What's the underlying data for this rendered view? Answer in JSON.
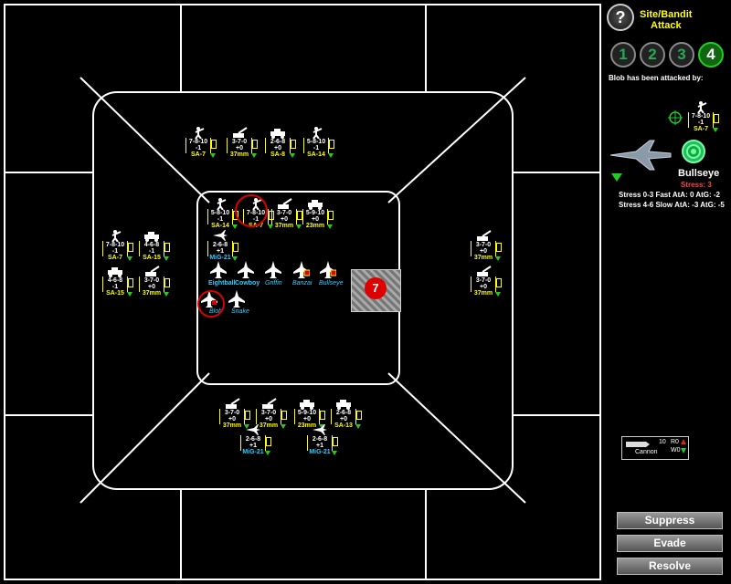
{
  "header": {
    "title_line1": "Site/Bandit",
    "title_line2": "Attack",
    "help_glyph": "?"
  },
  "phase_buttons": [
    "1",
    "2",
    "3",
    "4"
  ],
  "active_phase": "4",
  "attack_msg": "Blob has been attacked by:",
  "attacker": {
    "rating": "7-8-10",
    "mod": "-1",
    "name": "SA-7"
  },
  "target": {
    "name": "Bullseye",
    "stress": "Stress: 3",
    "stress_line1": "Stress 0-3 Fast AtA: 0 AtG: -2",
    "stress_line2": "Stress 4-6 Slow AtA: -3 AtG: -5"
  },
  "weapon": {
    "name": "Cannon",
    "count": "10",
    "r": "R0",
    "w": "W0"
  },
  "actions": {
    "suppress": "Suppress",
    "evade": "Evade",
    "resolve": "Resolve"
  },
  "city_hex_value": "7",
  "pilots": [
    "Eightball",
    "Cowboy",
    "Griffin",
    "Banzai",
    "Bullseye",
    "Blob",
    "Snake"
  ],
  "units": {
    "north_outer": [
      {
        "r": "7-8-10",
        "m": "-1",
        "n": "SA-7"
      },
      {
        "r": "3-7-0",
        "m": "+0",
        "n": "37mm"
      },
      {
        "r": "2-6-8",
        "m": "+0",
        "n": "SA-8"
      },
      {
        "r": "5-8-10",
        "m": "-1",
        "n": "SA-14"
      }
    ],
    "center_top": [
      {
        "r": "5-8-10",
        "m": "-1",
        "n": "SA-14"
      },
      {
        "r": "7-8-10",
        "m": "-1",
        "n": "SA-7"
      },
      {
        "r": "3-7-0",
        "m": "+0",
        "n": "37mm"
      },
      {
        "r": "5-9-10",
        "m": "+0",
        "n": "23mm"
      }
    ],
    "center_mig": {
      "r": "2-6-8",
      "m": "+1",
      "n": "MiG-21"
    },
    "west": [
      {
        "r": "7-8-10",
        "m": "-1",
        "n": "SA-7"
      },
      {
        "r": "4-6-8",
        "m": "-1",
        "n": "SA-15"
      },
      {
        "r": "4-6-8",
        "m": "-1",
        "n": "SA-15"
      },
      {
        "r": "3-7-0",
        "m": "+0",
        "n": "37mm"
      }
    ],
    "east": [
      {
        "r": "3-7-0",
        "m": "+0",
        "n": "37mm"
      },
      {
        "r": "3-7-0",
        "m": "+0",
        "n": "37mm"
      }
    ],
    "south": [
      {
        "r": "3-7-0",
        "m": "+0",
        "n": "37mm"
      },
      {
        "r": "3-7-0",
        "m": "+0",
        "n": "37mm"
      },
      {
        "r": "5-9-10",
        "m": "+0",
        "n": "23mm"
      },
      {
        "r": "2-6-8",
        "m": "+0",
        "n": "SA-13"
      }
    ],
    "south_migs": [
      {
        "r": "2-6-8",
        "m": "+1",
        "n": "MiG-21"
      },
      {
        "r": "2-6-8",
        "m": "+1",
        "n": "MiG-21"
      }
    ]
  },
  "colors": {
    "accent": "#ffff00",
    "pilot": "#33ccff",
    "danger": "#dd0000",
    "ok": "#22cc22"
  }
}
